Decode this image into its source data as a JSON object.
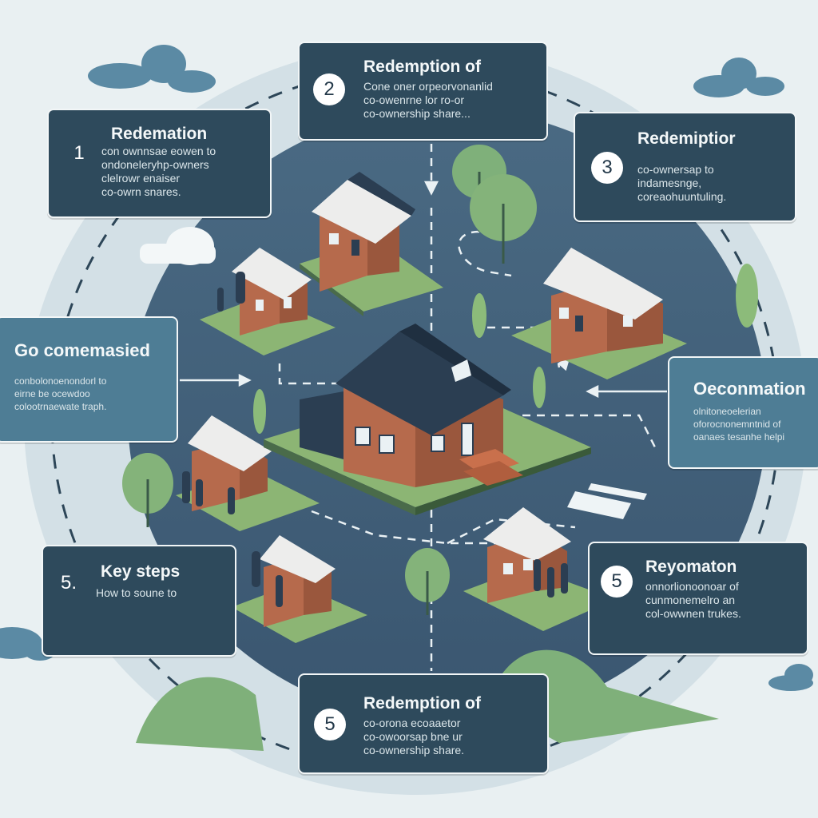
{
  "cards": [
    {
      "id": "top",
      "number": "2",
      "title": "Redemption of",
      "lines": [
        "Cone oner orpeorvonanlid",
        "co-owenrne lor ro-or",
        "co-ownership share..."
      ]
    },
    {
      "id": "top-left",
      "number": "1",
      "title": "Redemation",
      "lines": [
        "con ownnsae eowen to",
        "ondoneleryhp-owners",
        "clelrowr enaiser",
        "co-owrn snares."
      ]
    },
    {
      "id": "top-right",
      "number": "3",
      "title": "Redemiptior",
      "lines": [
        "co-ownersap to",
        "indamesnge,",
        "coreaohuuntuling."
      ]
    },
    {
      "id": "mid-left",
      "number": "",
      "title": "Go comemasied",
      "lines": [
        "conbolonoenondorl to",
        "eirne be ocewdoo",
        "colootrnaewate traph."
      ]
    },
    {
      "id": "mid-right",
      "number": "",
      "title": "Oeconmation",
      "lines": [
        "olnitoneoelerian",
        "oforocnonemntnid of",
        "oanaes tesanhe helpi"
      ]
    },
    {
      "id": "bottom-left",
      "number": "5.",
      "title": "Key steps",
      "lines": [
        "How to soune to"
      ]
    },
    {
      "id": "bottom-right",
      "number": "5",
      "title": "Reyomaton",
      "lines": [
        "onnorlionoonoar of",
        "cunmonemelro an",
        "col-owwnen trukes."
      ]
    },
    {
      "id": "bottom",
      "number": "5",
      "title": "Redemption of",
      "lines": [
        "co-orona ecoaaetor",
        "co-owoorsap bne ur",
        "co-ownership share."
      ]
    }
  ],
  "colors": {
    "card": "#2e4a5c",
    "card_light": "#4e7d95",
    "ground": "#415f78",
    "ring": "#c9d8e0",
    "lawn": "#8cb574",
    "roof": "#2b3e52",
    "wall": "#b66a4c"
  }
}
